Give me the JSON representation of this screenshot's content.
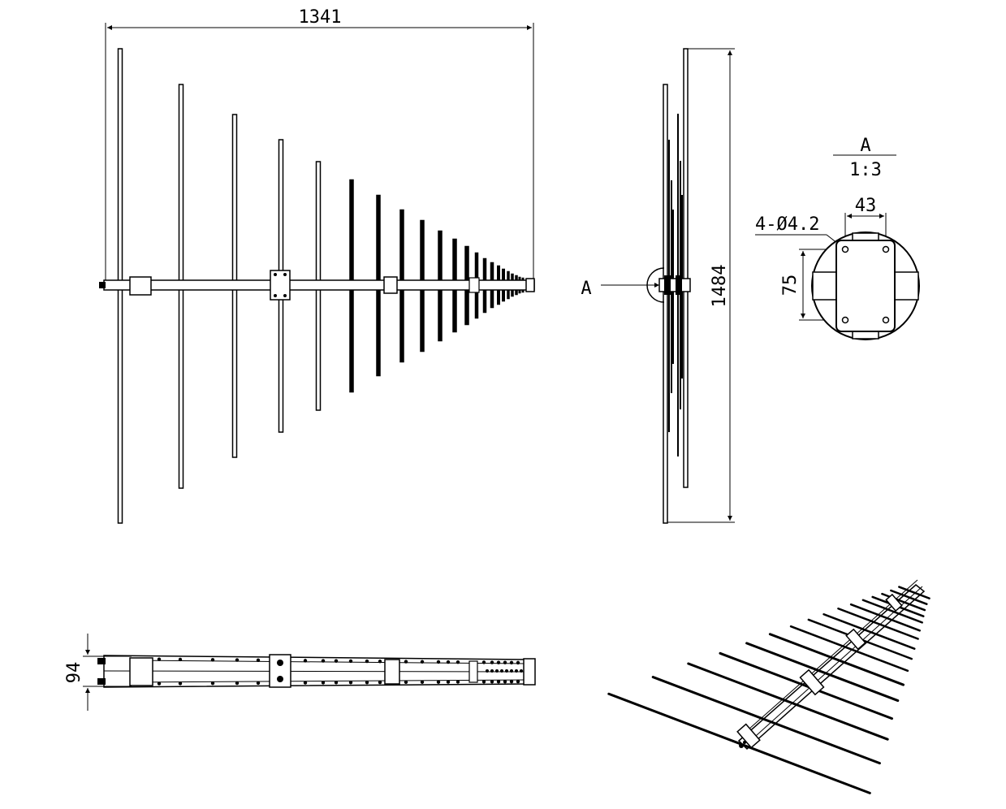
{
  "front_view": {
    "width_dim": "1341"
  },
  "side_view": {
    "height_dim": "1484",
    "section_marker": "A"
  },
  "detail_view": {
    "title": "A",
    "scale": "1:3",
    "hole_spec": "4-Ø4.2",
    "width_dim": "43",
    "height_dim": "75"
  },
  "bottom_view": {
    "height_dim": "94"
  }
}
